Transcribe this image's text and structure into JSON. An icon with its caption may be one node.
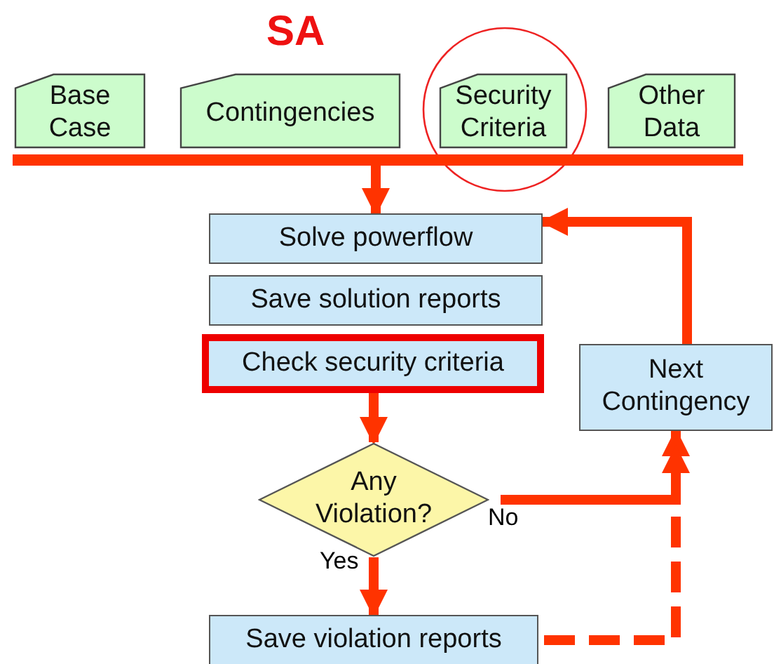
{
  "diagram": {
    "title": "SA",
    "nodes": [
      {
        "text": [
          "Base Case"
        ]
      },
      {
        "text": [
          "Contingencies"
        ]
      },
      {
        "text": [
          "Security Criteria"
        ]
      },
      {
        "text": [
          "Other Data"
        ]
      },
      {
        "text": [],
        "shape": "bar"
      },
      {
        "text": [
          "Solve powerflow"
        ]
      },
      {
        "text": [
          "Save solution reports"
        ]
      },
      {
        "text": [
          "Check security criteria"
        ]
      },
      {
        "text": [
          "Any Violation?"
        ]
      },
      {
        "text": [
          "Save violation reports"
        ]
      },
      {
        "text": [
          "Next Contingency"
        ]
      }
    ],
    "edges": [
      {
        "from": 4,
        "to": 5,
        "arrow": "to"
      },
      {
        "from": 7,
        "to": 8,
        "arrow": "to"
      },
      {
        "from": 8,
        "to": 9,
        "arrow": "to",
        "label": "Yes"
      },
      {
        "from": 8,
        "to": 10,
        "arrow": "to",
        "label": "No"
      },
      {
        "from": 9,
        "to": 10,
        "arrow": "to",
        "style": "dashed"
      },
      {
        "from": 10,
        "to": 5,
        "arrow": "to"
      }
    ]
  }
}
